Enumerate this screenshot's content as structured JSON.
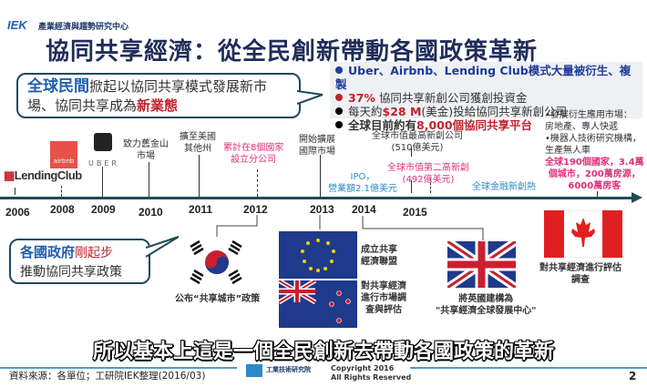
{
  "header": {
    "logo": "IEK",
    "logo_sub": "產業經濟與趨勢研究中心",
    "title": "協同共享經濟：從全民創新帶動各國政策革新"
  },
  "bubble_top": {
    "highlight": "全球民間",
    "text1": "掀起以協同共享模式發展新市",
    "text2": "場、協同共享成為",
    "red": "新業態"
  },
  "bullets": [
    {
      "color": "#1f3a9a",
      "text": "Uber、Airbnb、Lending Club模式大量被衍生、複製"
    },
    {
      "color": "#c0232c",
      "red": "37%",
      "text": " 協同共享新創公司獲創投資金"
    },
    {
      "color": "#000000",
      "pre": "每天約",
      "red": "$28 M",
      "text": "(美金)投給協同共享新創公司"
    },
    {
      "color": "#000000",
      "pre": "全球目前約有",
      "red": "8,000個協同共享平台"
    }
  ],
  "timeline": {
    "years": [
      "2006",
      "2008",
      "2009",
      "2010",
      "2011",
      "2012",
      "2013",
      "2014",
      "2015"
    ],
    "logos": {
      "lendingclub": "LendingClub",
      "airbnb": "airbnb",
      "uber": "UBER"
    },
    "events": {
      "sf": "致力舊金山\n市場",
      "us": "擴至美國\n其他州",
      "countries8": "累計在8個國家\n設立分公司",
      "intl": "開始擴展\n國際市場",
      "ipo": "IPO，\n營業額2.1億美元",
      "top": "全球市值最高新創公司\n(510億美元)",
      "second": "全球市值第二高新創\n(492億美元)",
      "fintech": "全球金融新創熱",
      "derive": "•發展衍生應用市場：\n房地產、專人快遞\n•機器人技術研究機構，\n生產無人車",
      "airbnb_stats": "全球190個國家，3.4萬\n個城市，200萬房源，\n6000萬房客"
    }
  },
  "bubble_bottom": {
    "blue": "各國政府",
    "red": "剛起步",
    "text": "推動協同共享政策"
  },
  "policies": {
    "korea": "公布“共享城市”政策",
    "eu": "成立共享\n經濟聯盟",
    "nz": "對共享經濟\n進行市場調\n查與評估",
    "uk": "將英國建構為\n\"共享經濟全球發展中心\"",
    "canada": "對共享經濟進行評估\n調查"
  },
  "subtitle": "所以基本上這是一個全民創新去帶動各國政策的革新",
  "footer": {
    "source": "資料來源：各單位；工研院IEK整理(2016/03)",
    "itri": "工業技術研究院",
    "copyright1": "Copyright  2016",
    "copyright2": "All Rights Reserved",
    "page": "2"
  }
}
